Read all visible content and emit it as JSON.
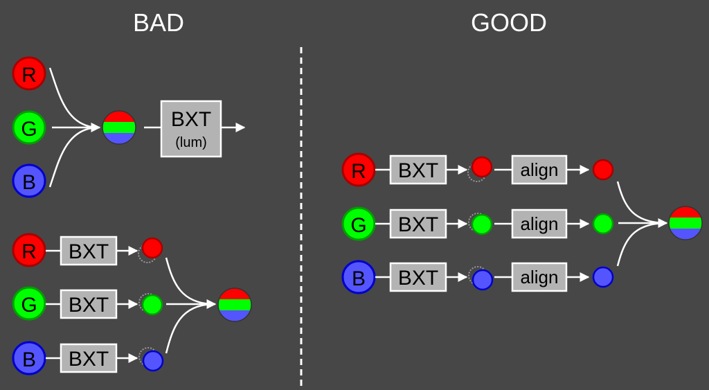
{
  "headings": {
    "bad": "BAD",
    "good": "GOOD"
  },
  "channels": {
    "r": "R",
    "g": "G",
    "b": "B"
  },
  "boxes": {
    "bxt": "BXT",
    "lum": "(lum)",
    "align": "align"
  },
  "colors": {
    "background": "#474747",
    "red_fill": "#ff0000",
    "red_stroke": "#a80000",
    "green_fill": "#00ff00",
    "green_stroke": "#00a000",
    "blue_fill": "#5555ff",
    "blue_stroke": "#0000cc",
    "box_fill": "#b3b3b3",
    "box_stroke": "#ffffff",
    "arrow": "#ffffff",
    "divider": "#ffffff",
    "text": "#000000",
    "heading": "#ffffff"
  }
}
